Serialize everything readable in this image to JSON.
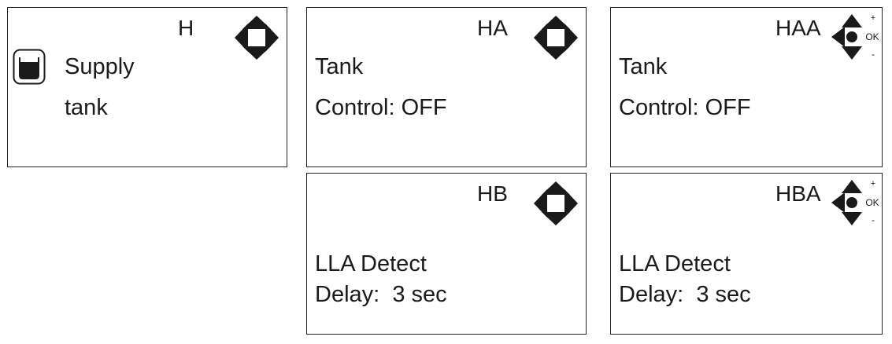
{
  "screens": {
    "h": {
      "code": "H",
      "lines": [
        "Supply",
        "tank"
      ],
      "icon": "supply-tank-icon",
      "nav_icon": "four-way-arrow-icon"
    },
    "ha": {
      "code": "HA",
      "lines": [
        "Tank",
        "Control: OFF"
      ],
      "nav_icon": "four-way-arrow-icon"
    },
    "haa": {
      "code": "HAA",
      "lines": [
        "Tank",
        "Control: OFF"
      ],
      "nav_icon": "ok-plus-minus-arrows-icon",
      "nav_labels": {
        "plus": "+",
        "ok": "OK",
        "minus": "-"
      }
    },
    "hb": {
      "code": "HB",
      "lines": [
        "LLA Detect",
        "Delay:  3 sec"
      ],
      "nav_icon": "four-way-arrow-icon"
    },
    "hba": {
      "code": "HBA",
      "lines": [
        "LLA Detect",
        "Delay:  3 sec"
      ],
      "nav_icon": "ok-plus-minus-arrows-icon",
      "nav_labels": {
        "plus": "+",
        "ok": "OK",
        "minus": "-"
      }
    }
  }
}
